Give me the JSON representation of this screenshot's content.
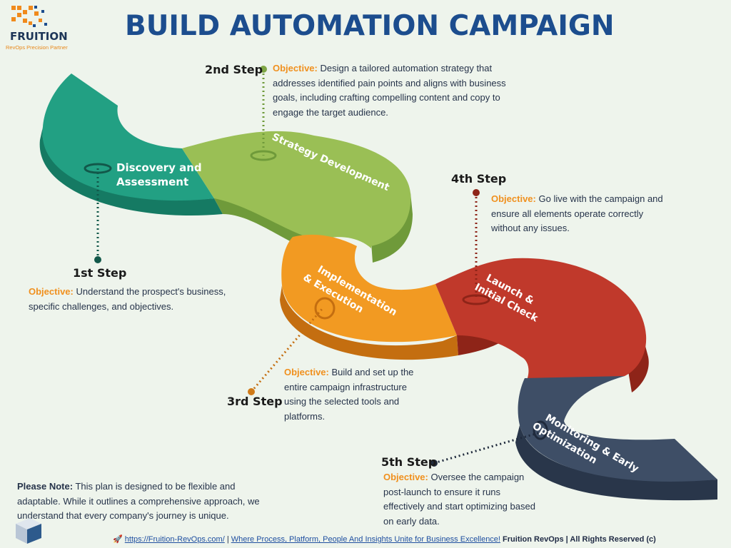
{
  "title": "BUILD AUTOMATION CAMPAIGN",
  "logo": {
    "name": "FRUITION",
    "tagline": "RevOps Precision Partner"
  },
  "segments": [
    {
      "label_lines": [
        "Discovery and",
        "Assessment"
      ],
      "color": "#22a083"
    },
    {
      "label_lines": [
        "Strategy Development"
      ],
      "color": "#9abf55"
    },
    {
      "label_lines": [
        "Implementation",
        "& Execution"
      ],
      "color": "#f29a22"
    },
    {
      "label_lines": [
        "Launch &",
        "Initial Check"
      ],
      "color": "#c0392b"
    },
    {
      "label_lines": [
        "Monitoring & Early",
        "Optimization"
      ],
      "color": "#3e4e66"
    }
  ],
  "steps": [
    {
      "label": "1st Step",
      "objective_label": "Objective:",
      "objective_text": "Understand the prospect's business, specific challenges, and objectives."
    },
    {
      "label": "2nd Step",
      "objective_label": "Objective:",
      "objective_text": "Design a tailored automation strategy that addresses identified pain points and aligns with business goals, including crafting compelling content and copy to engage the target audience."
    },
    {
      "label": "3rd Step",
      "objective_label": "Objective:",
      "objective_text": "Build and set up the entire campaign infrastructure using the selected tools and platforms."
    },
    {
      "label": "4th Step",
      "objective_label": "Objective:",
      "objective_text": "Go live with the campaign and ensure all elements operate correctly without any issues."
    },
    {
      "label": "5th Step",
      "objective_label": "Objective:",
      "objective_text": "Oversee the campaign post-launch to ensure it runs effectively and start optimizing based on early data."
    }
  ],
  "note": {
    "label": "Please Note:",
    "text": "This plan is designed to be flexible and adaptable. While it outlines a comprehensive approach, we understand that every company's journey is unique."
  },
  "footer": {
    "url": "https://Fruition-RevOps.com/",
    "separator": "|",
    "slogan": "Where Process, Platform, People And Insights Unite for Business Excellence!",
    "brand": "Fruition RevOps | All Rights Reserved (c)"
  }
}
